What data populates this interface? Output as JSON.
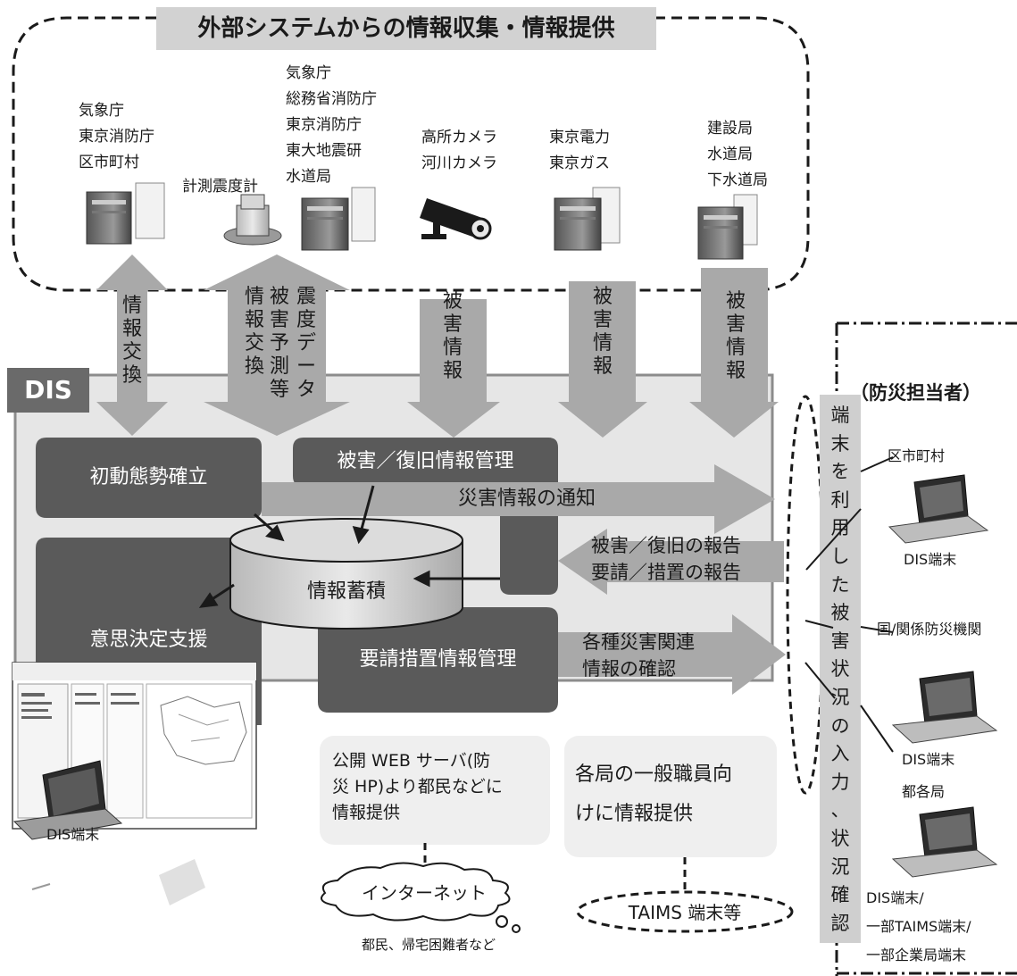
{
  "external": {
    "title": "外部システムからの情報収集・情報提供",
    "sources": [
      {
        "lines": "気象庁\n東京消防庁\n区市町村"
      },
      {
        "lines": "計測震度計"
      },
      {
        "lines": "気象庁\n総務省消防庁\n東京消防庁\n東大地震研\n水道局"
      },
      {
        "lines": "高所カメラ\n河川カメラ"
      },
      {
        "lines": "東京電力\n東京ガス"
      },
      {
        "lines": "建設局\n水道局\n下水道局"
      }
    ]
  },
  "flows": [
    {
      "text": "情\n報\n交\n換"
    },
    {
      "text": "情\n報\n交\n換"
    },
    {
      "text": "被\n害\n予\n測\n等"
    },
    {
      "text": "震\n度\nデ\nー\nタ"
    },
    {
      "text": "被\n害\n情\n報"
    },
    {
      "text": "被\n害\n情\n報"
    },
    {
      "text": "被\n害\n情\n報"
    }
  ],
  "dis": {
    "label": "DIS",
    "blocks": {
      "initial": "初動態勢確立",
      "damage": "被害／復旧情報管理",
      "decision": "意思決定支援",
      "request": "要請措置情報管理",
      "store": "情報蓄積"
    },
    "arrows": {
      "notify": "災害情報の通知",
      "report": "被害／復旧の報告\n要請／措置の報告",
      "confirm": "各種災害関連\n情報の確認"
    },
    "web": "公開 WEB サーバ(防\n災 HP)より都民などに\n情報提供",
    "staff": "各局の一般職員向\nけに情報提供",
    "terminal": "DIS端末"
  },
  "internet": {
    "label": "インターネット",
    "caption": "都民、帰宅困難者など"
  },
  "taims": "TAIMS 端末等",
  "right": {
    "title": "（防災担当者）",
    "vertical": "端\n末\nを\n利\n用\nし\nた\n被\n害\n状\n況\nの\n入\n力\n、\n状\n況\n確\n認",
    "groups": [
      {
        "org": "区市町村",
        "term": "DIS端末"
      },
      {
        "org": "国/関係防災機関",
        "term": "DIS端末"
      },
      {
        "org": "都各局",
        "term": "DIS端末/\n一部TAIMS端末/\n一部企業局端末"
      }
    ]
  }
}
